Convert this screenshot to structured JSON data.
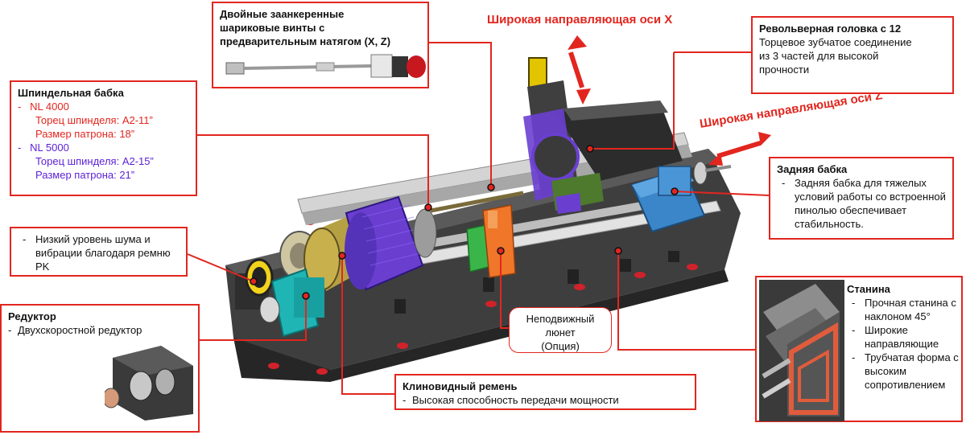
{
  "axis_x_label": "Широкая направляющая оси X",
  "axis_z_label": "Широкая направляющая оси Z",
  "ballscrew": {
    "title_lines": [
      "Двойные заанкеренные",
      "шариковые винты с",
      "предварительным натягом (X, Z)"
    ]
  },
  "turret": {
    "title": "Револьверная головка с 12",
    "lines": [
      "Торцевое зубчатое соединение",
      "из 3 частей для высокой",
      "прочности"
    ]
  },
  "headstock": {
    "title": "Шпиндельная бабка",
    "nl4000": {
      "model": "NL 4000",
      "face": "Торец шпинделя: A2-11”",
      "chuck": "Размер патрона: 18”"
    },
    "nl5000": {
      "model": "NL 5000",
      "face": "Торец шпинделя: A2-15”",
      "chuck": "Размер патрона: 21”"
    }
  },
  "tailstock": {
    "title": "Задняя бабка",
    "text": "Задняя бабка для тяжелых условий работы со встроенной пинолью обеспечивает стабильность."
  },
  "noise": {
    "text": "Низкий уровень шума и вибрации благодаря ремню PK"
  },
  "reducer": {
    "title": "Редуктор",
    "text": "Двухскоростной редуктор"
  },
  "steady_rest": {
    "lines": [
      "Неподвижный",
      "люнет",
      "(Опция)"
    ]
  },
  "vbelt": {
    "title": "Клиновидный ремень",
    "text": "Высокая способность передачи мощности"
  },
  "bed": {
    "title": "Станина",
    "items": [
      "Прочная станина с наклоном 45°",
      "Широкие направляющие",
      "Трубчатая форма с высоким сопротивлением"
    ]
  },
  "colors": {
    "accent": "#e2261f",
    "purple": "#5a1fd6",
    "bed": "#4a4a4a",
    "cover": "#c9c9c9",
    "spindle_purple": "#6a3fd0",
    "chuck_gold": "#b39b40",
    "tailstock_blue": "#3a86c8",
    "motor_teal": "#1fb5b5",
    "steady_orange": "#f0762a",
    "steady_green": "#3ab54a"
  }
}
